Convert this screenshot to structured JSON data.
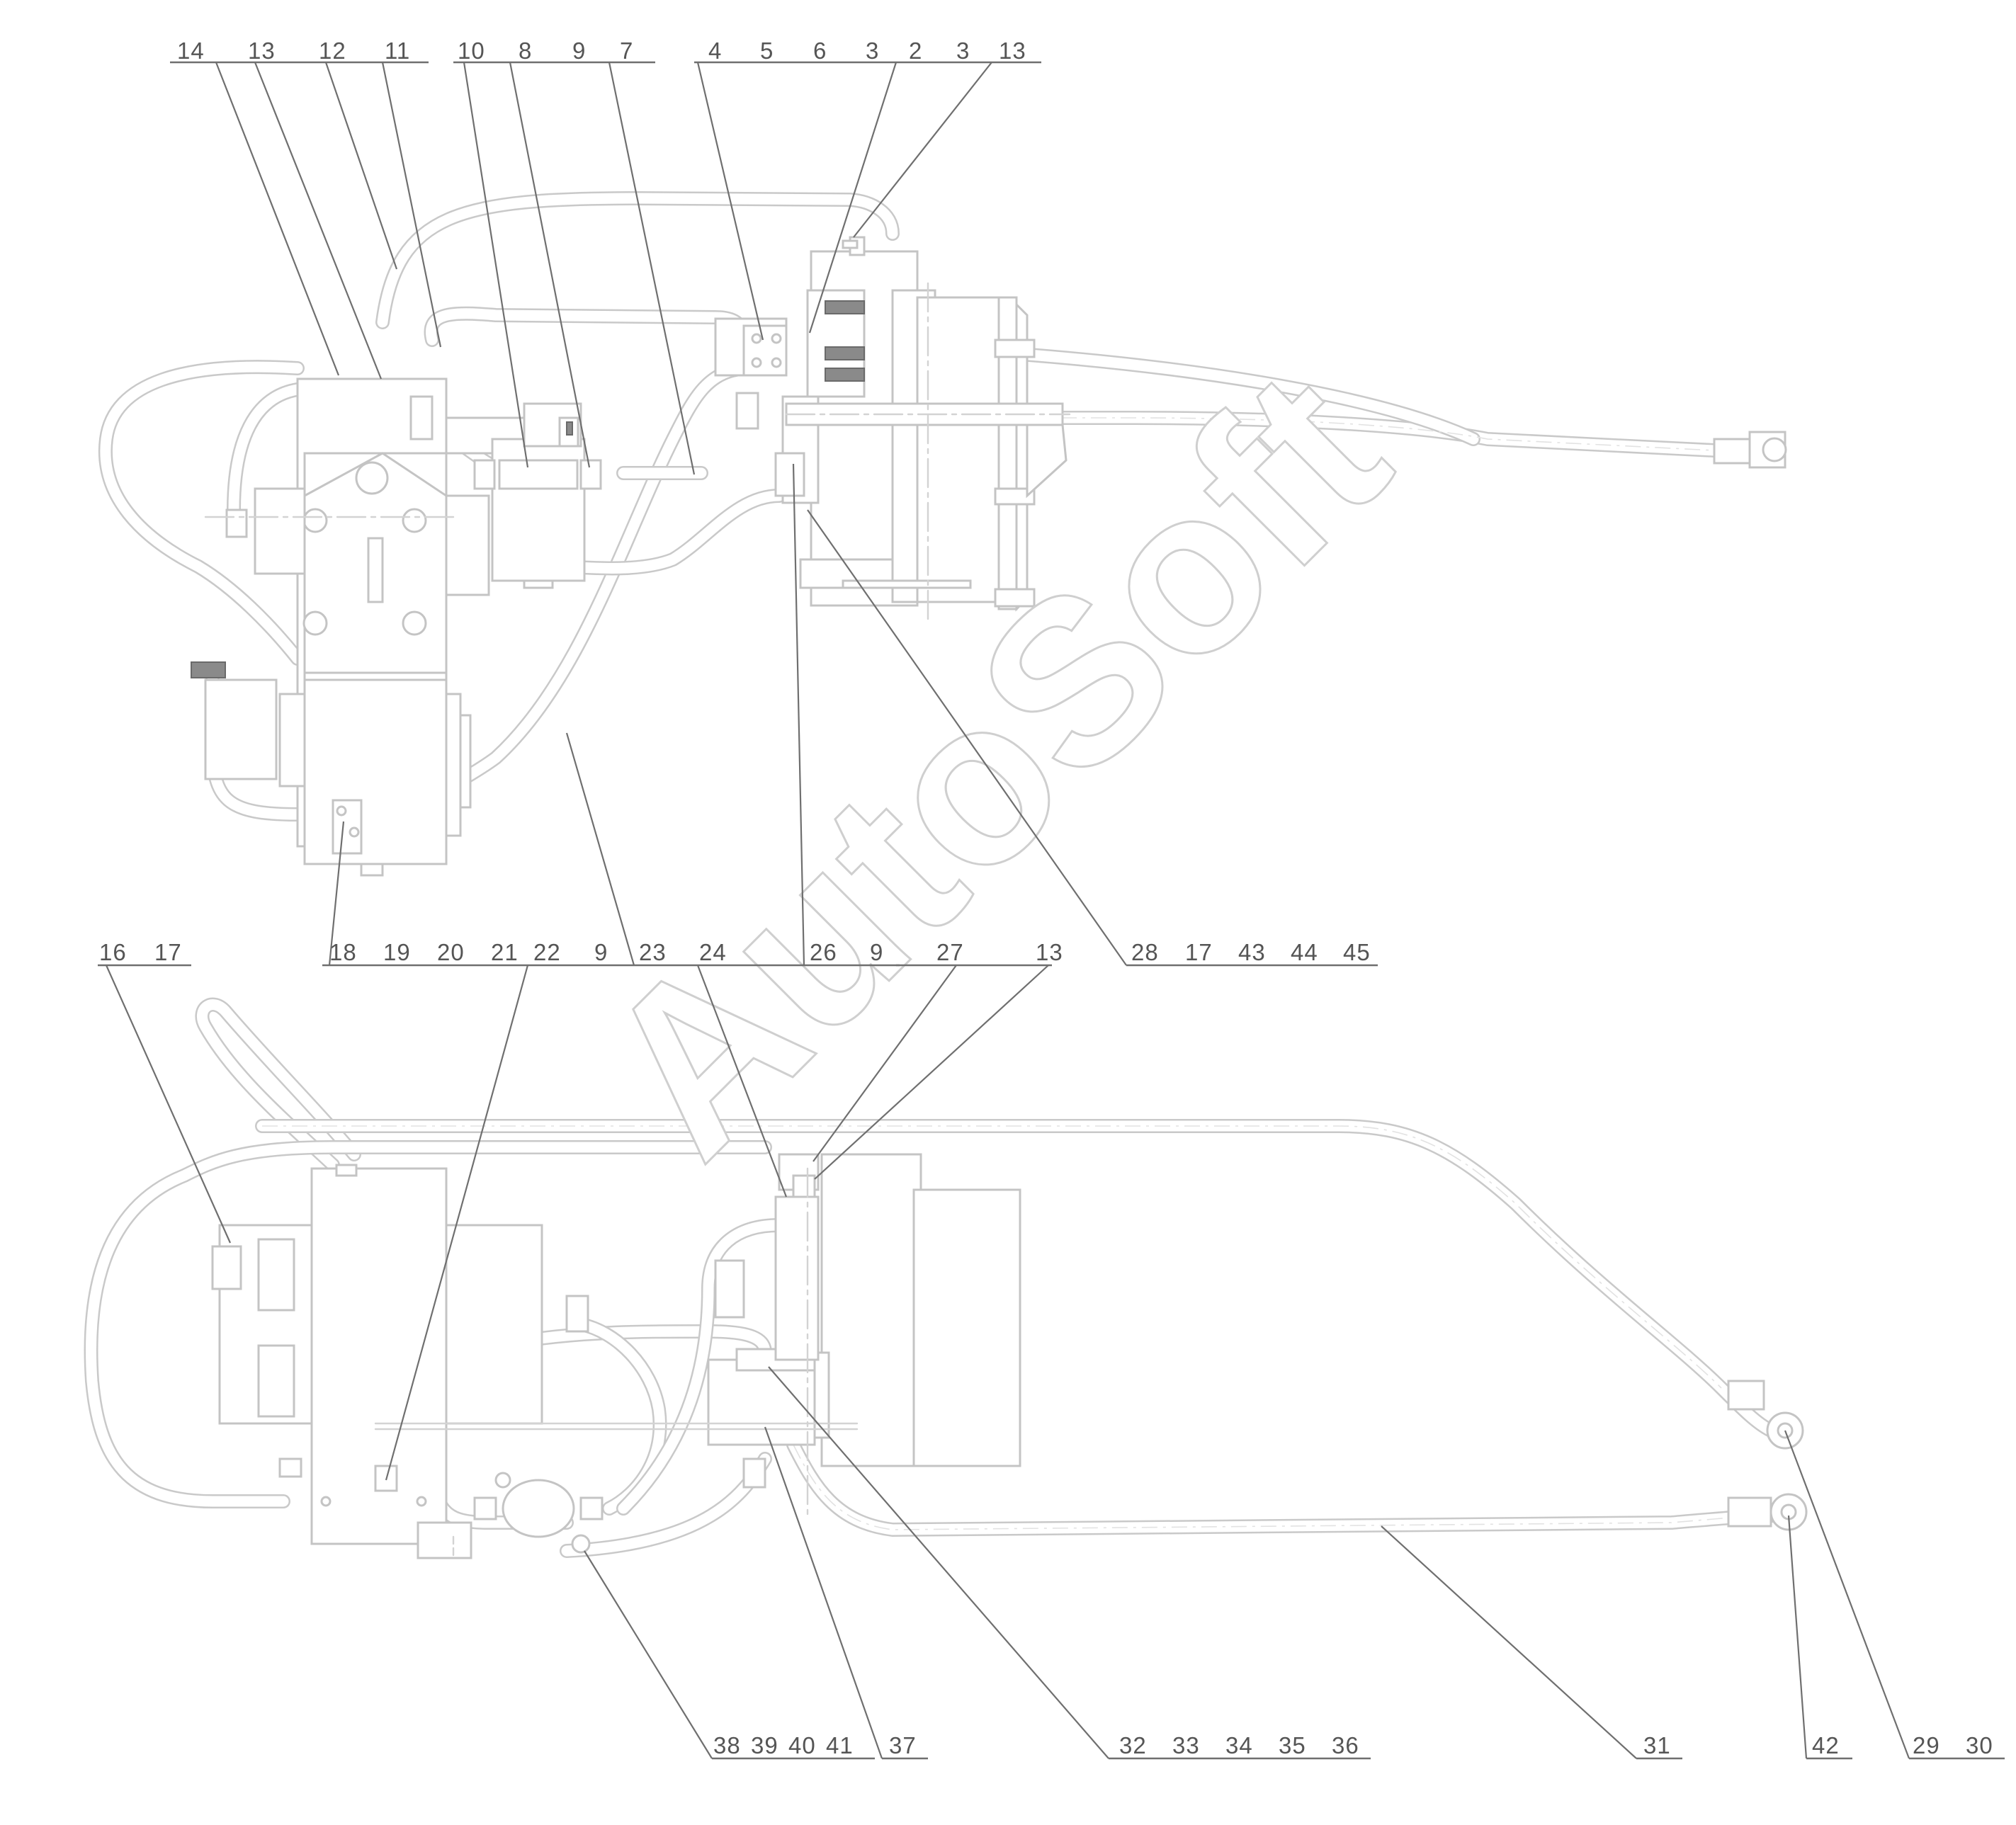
{
  "watermark": "AutoSoft",
  "callouts_top": [
    {
      "id": "c14",
      "label": "14"
    },
    {
      "id": "c13a",
      "label": "13"
    },
    {
      "id": "c12",
      "label": "12"
    },
    {
      "id": "c11",
      "label": "11"
    },
    {
      "id": "c10",
      "label": "10"
    },
    {
      "id": "c8",
      "label": "8"
    },
    {
      "id": "c9a",
      "label": "9"
    },
    {
      "id": "c7",
      "label": "7"
    },
    {
      "id": "c4",
      "label": "4"
    },
    {
      "id": "c5",
      "label": "5"
    },
    {
      "id": "c6",
      "label": "6"
    },
    {
      "id": "c3a",
      "label": "3"
    },
    {
      "id": "c2",
      "label": "2"
    },
    {
      "id": "c3b",
      "label": "3"
    },
    {
      "id": "c13b",
      "label": "13"
    }
  ],
  "callouts_middle": [
    {
      "id": "c16",
      "label": "16"
    },
    {
      "id": "c17a",
      "label": "17"
    },
    {
      "id": "c18",
      "label": "18"
    },
    {
      "id": "c19",
      "label": "19"
    },
    {
      "id": "c20",
      "label": "20"
    },
    {
      "id": "c21",
      "label": "21"
    },
    {
      "id": "c22",
      "label": "22"
    },
    {
      "id": "c9b",
      "label": "9"
    },
    {
      "id": "c23",
      "label": "23"
    },
    {
      "id": "c24",
      "label": "24"
    },
    {
      "id": "c26",
      "label": "26"
    },
    {
      "id": "c9c",
      "label": "9"
    },
    {
      "id": "c27",
      "label": "27"
    },
    {
      "id": "c13c",
      "label": "13"
    },
    {
      "id": "c28",
      "label": "28"
    },
    {
      "id": "c17b",
      "label": "17"
    },
    {
      "id": "c43",
      "label": "43"
    },
    {
      "id": "c44",
      "label": "44"
    },
    {
      "id": "c45",
      "label": "45"
    }
  ],
  "callouts_bottom": [
    {
      "id": "c38",
      "label": "38"
    },
    {
      "id": "c39",
      "label": "39"
    },
    {
      "id": "c40",
      "label": "40"
    },
    {
      "id": "c41",
      "label": "41"
    },
    {
      "id": "c37",
      "label": "37"
    },
    {
      "id": "c32",
      "label": "32"
    },
    {
      "id": "c33",
      "label": "33"
    },
    {
      "id": "c34",
      "label": "34"
    },
    {
      "id": "c35",
      "label": "35"
    },
    {
      "id": "c36",
      "label": "36"
    },
    {
      "id": "c31",
      "label": "31"
    },
    {
      "id": "c42",
      "label": "42"
    },
    {
      "id": "c29",
      "label": "29"
    },
    {
      "id": "c30",
      "label": "30"
    }
  ]
}
